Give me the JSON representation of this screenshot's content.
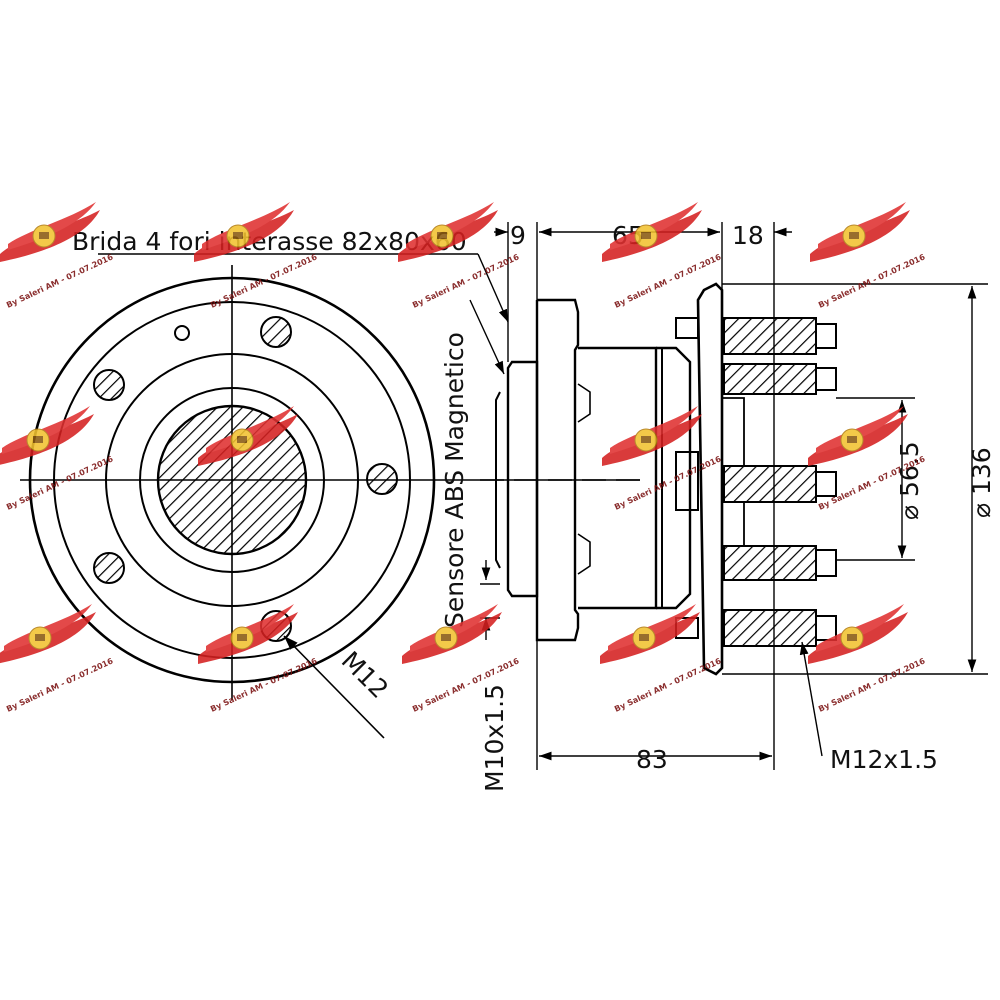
{
  "labels": {
    "flange": "Brida 4 fori interasse 82x80x60",
    "sensor": "Sensore ABS Magnetico",
    "hole_thread": "M12",
    "hub_thread": "M10x1.5",
    "stud_thread": "M12x1.5"
  },
  "dimensions": {
    "d9": "9",
    "d65": "65",
    "d18": "18",
    "d83": "83",
    "d56": "⌀ 56.5",
    "d136": "⌀ 136"
  },
  "watermark": {
    "text": "By Saleri AM - 07.07.2016",
    "logo_color": "#d42020"
  }
}
